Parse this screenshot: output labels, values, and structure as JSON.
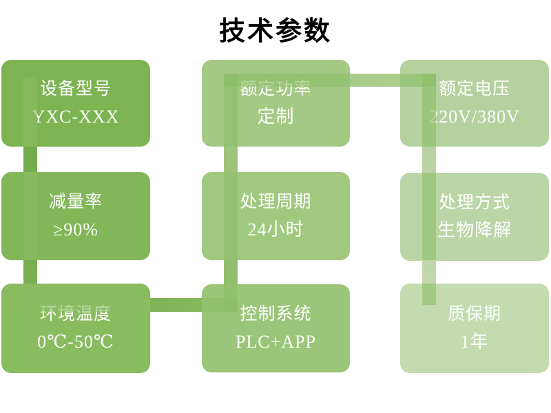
{
  "title": "技术参数",
  "boxes": [
    {
      "id": "device-model",
      "label": "设备型号",
      "value": "YXC-XXX",
      "color": "#7cb452"
    },
    {
      "id": "rated-power",
      "label": "额定功率",
      "value": "定制",
      "color": "#a4c984"
    },
    {
      "id": "rated-voltage",
      "label": "额定电压",
      "value": "220V/380V",
      "color": "#b4d19e"
    },
    {
      "id": "reduction-rate",
      "label": "减量率",
      "value": "≥90%",
      "color": "#81b758"
    },
    {
      "id": "processing-cycle",
      "label": "处理周期",
      "value": "24小时",
      "color": "#a1c87f"
    },
    {
      "id": "processing-method",
      "label": "处理方式",
      "value": "生物降解",
      "color": "#bbd6a6"
    },
    {
      "id": "ambient-temperature",
      "label": "环境温度",
      "value": "0℃-50℃",
      "color": "#89bb5f"
    },
    {
      "id": "control-system",
      "label": "控制系统",
      "value": "PLC+APP",
      "color": "#9bc578"
    },
    {
      "id": "warranty-period",
      "label": "质保期",
      "value": "1年",
      "color": "#c3dbae"
    }
  ],
  "connector": {
    "overlay": "rgba(140,188,102,0.6)",
    "left_vertical": [
      "#6fa947",
      "#7db153"
    ],
    "bottom_horizontal": [
      "#6fa947",
      "#8abb60"
    ],
    "center_vertical": [
      "#a6c983",
      "#8dbc69"
    ],
    "top_horizontal": [
      "#a0c57c",
      "#aecf92"
    ],
    "right_vertical": [
      "#b3cf9b",
      "#c4d9af"
    ]
  },
  "title_color": "#000000",
  "background_color": "#ffffff",
  "text_color": "#ffffff"
}
